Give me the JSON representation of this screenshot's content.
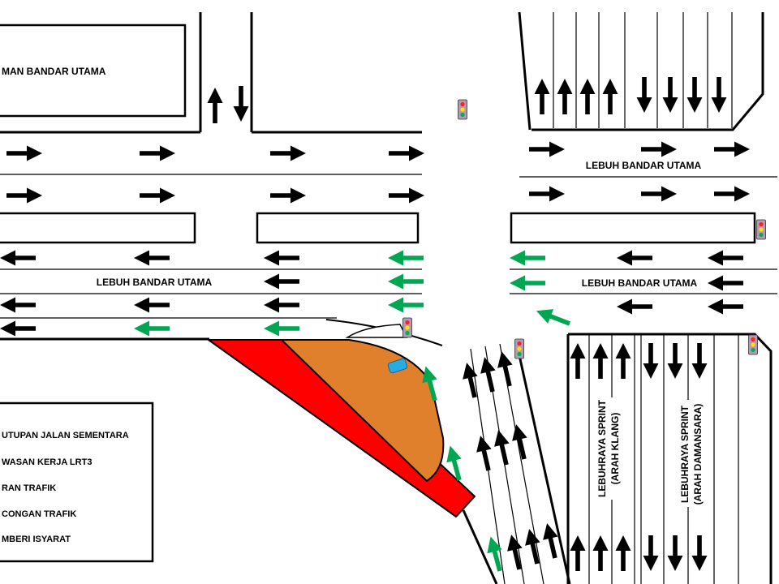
{
  "colors": {
    "flow_arrow": "#000000",
    "diversion_arrow": "#00A651",
    "road_closure": "#FF0000",
    "work_area": "#E0802C",
    "signal_body": "#B59AB6",
    "signal_red": "#FF2020",
    "signal_amber": "#FFE000",
    "signal_green": "#00B050",
    "car": "#29ABE2"
  },
  "labels": {
    "district": "MAN BANDAR UTAMA",
    "lebuh_left": "LEBUH BANDAR UTAMA",
    "lebuh_right_top": "LEBUH BANDAR UTAMA",
    "lebuh_right_bottom": "LEBUH BANDAR UTAMA",
    "sprint_klang_line1": "LEBUHRAYA SPRINT",
    "sprint_klang_line2": "(ARAH KLANG)",
    "sprint_dmns_line1": "LEBUHRAYA SPRINT",
    "sprint_dmns_line2": "(ARAH DAMANSARA)"
  },
  "legend": {
    "items": [
      "UTUPAN JALAN SEMENTARA",
      "WASAN KERJA LRT3",
      "RAN TRAFIK",
      "CONGAN TRAFIK",
      "MBERI ISYARAT"
    ]
  }
}
